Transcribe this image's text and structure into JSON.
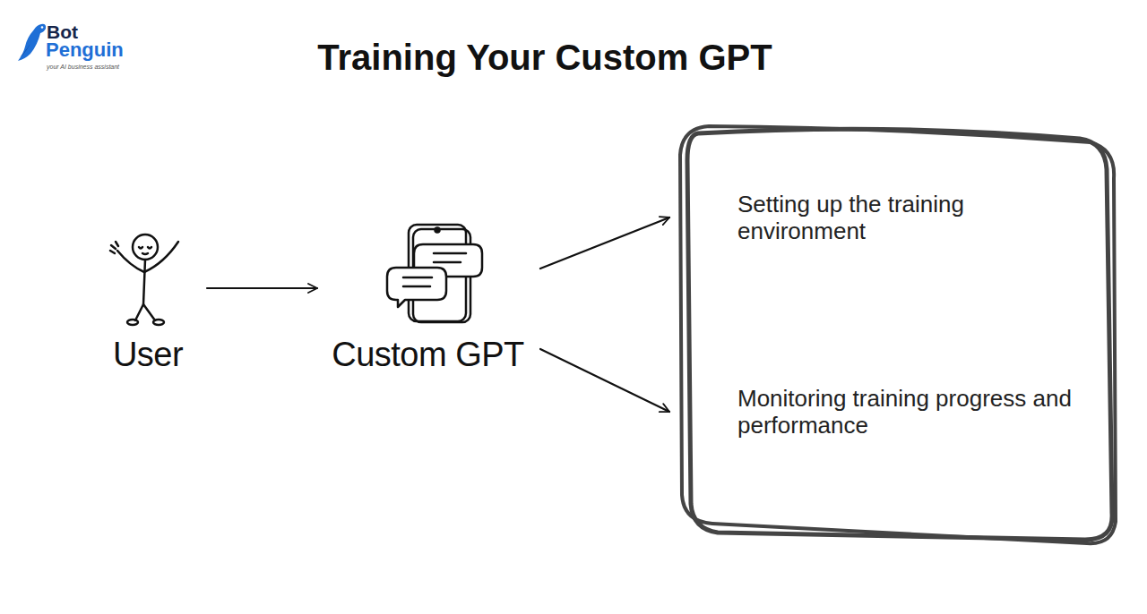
{
  "diagram": {
    "title": "Training Your Custom GPT",
    "nodes": [
      {
        "text": [
          "User"
        ]
      },
      {
        "text": [
          "Custom GPT"
        ]
      },
      {
        "text": [
          "Setting up the training environment",
          "Monitoring training progress and performance"
        ]
      }
    ],
    "edges": [
      {
        "from": 0,
        "to": 1,
        "arrow": "to"
      },
      {
        "from": 1,
        "to": 2,
        "arrow": "to"
      },
      {
        "from": 1,
        "to": 2,
        "arrow": "to"
      }
    ],
    "labels": [
      "Bot",
      "Penguin",
      "your AI business assistant"
    ]
  }
}
